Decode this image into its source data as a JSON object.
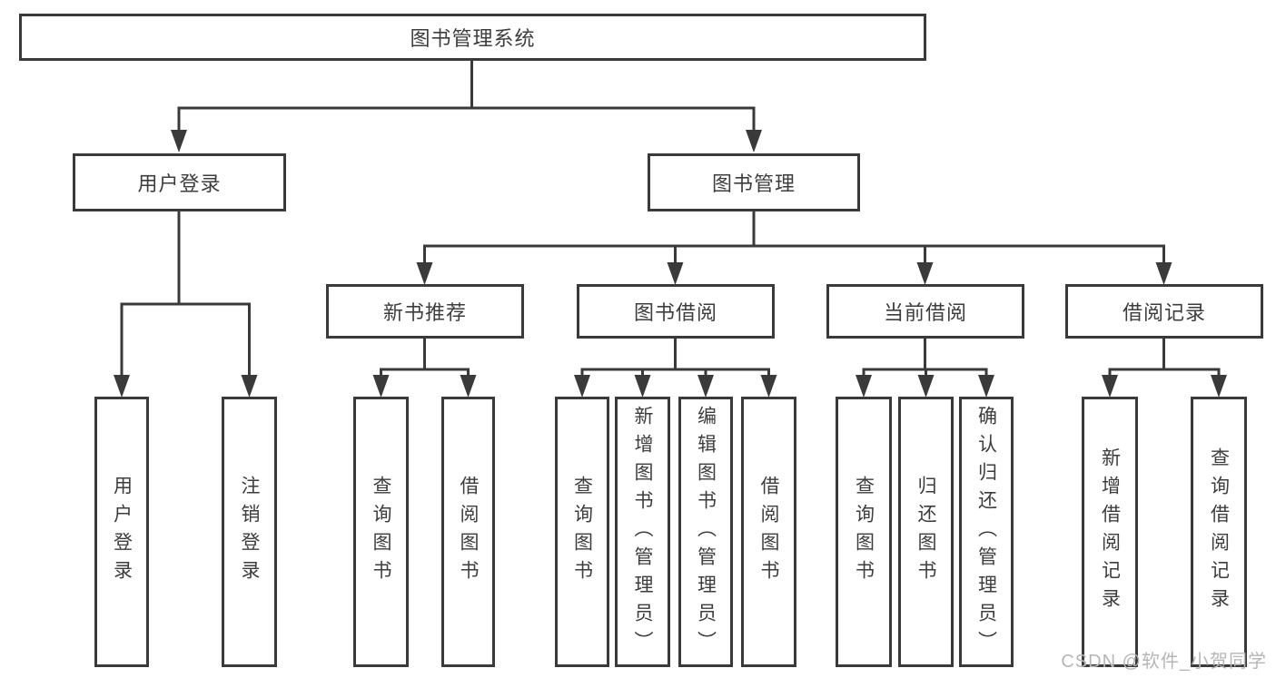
{
  "nodes": {
    "root": {
      "label": "图书管理系统"
    },
    "level2": [
      {
        "id": "user-login",
        "label": "用户登录",
        "parent": "图书管理系统"
      },
      {
        "id": "book-management",
        "label": "图书管理",
        "parent": "图书管理系统"
      }
    ],
    "level3": [
      {
        "id": "new-book-recommend",
        "label": "新书推荐",
        "parent": "图书管理"
      },
      {
        "id": "book-borrow",
        "label": "图书借阅",
        "parent": "图书管理"
      },
      {
        "id": "current-borrow",
        "label": "当前借阅",
        "parent": "图书管理"
      },
      {
        "id": "borrow-records",
        "label": "借阅记录",
        "parent": "图书管理"
      }
    ],
    "leaves": [
      {
        "id": "leaf-user-login",
        "label": "用户登录",
        "parent": "用户登录"
      },
      {
        "id": "leaf-logout",
        "label": "注销登录",
        "parent": "用户登录"
      },
      {
        "id": "leaf-query-book-1",
        "label": "查询图书",
        "parent": "新书推荐"
      },
      {
        "id": "leaf-borrow-book-1",
        "label": "借阅图书",
        "parent": "新书推荐"
      },
      {
        "id": "leaf-query-book-2",
        "label": "查询图书",
        "parent": "图书借阅"
      },
      {
        "id": "leaf-add-book",
        "label": "新增图书（管理员）",
        "parent": "图书借阅"
      },
      {
        "id": "leaf-edit-book",
        "label": "编辑图书（管理员）",
        "parent": "图书借阅"
      },
      {
        "id": "leaf-borrow-book-2",
        "label": "借阅图书",
        "parent": "图书借阅"
      },
      {
        "id": "leaf-query-book-3",
        "label": "查询图书",
        "parent": "当前借阅"
      },
      {
        "id": "leaf-return-book",
        "label": "归还图书",
        "parent": "当前借阅"
      },
      {
        "id": "leaf-confirm-return",
        "label": "确认归还（管理员）",
        "parent": "当前借阅"
      },
      {
        "id": "leaf-add-borrow-record",
        "label": "新增借阅记录",
        "parent": "借阅记录"
      },
      {
        "id": "leaf-query-borrow-record",
        "label": "查询借阅记录",
        "parent": "借阅记录"
      }
    ]
  },
  "watermark": "CSDN @软件_小贺同学",
  "colors": {
    "line": "#3a3a3a",
    "text": "#3d3d3d",
    "watermark": "#b6b6b6",
    "background": "#ffffff"
  }
}
